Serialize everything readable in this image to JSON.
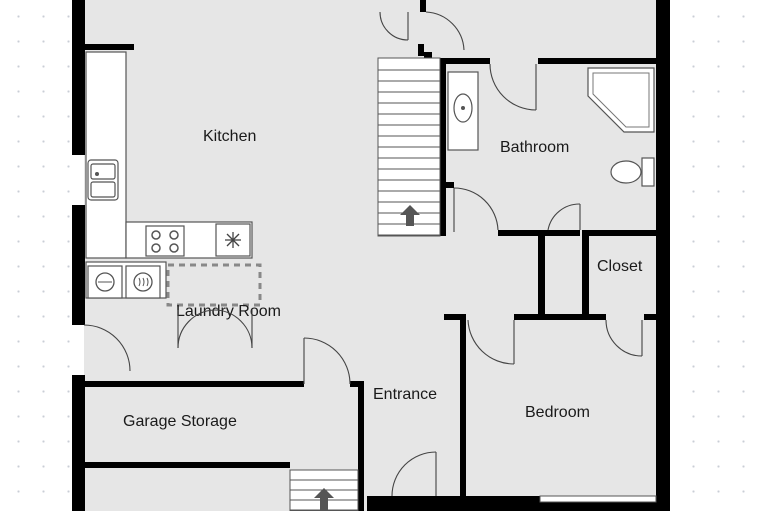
{
  "plan": {
    "rooms": {
      "kitchen": "Kitchen",
      "bathroom": "Bathroom",
      "closet": "Closet",
      "laundry": "Laundry Room",
      "entrance": "Entrance",
      "bedroom": "Bedroom",
      "garage_storage": "Garage Storage"
    },
    "colors": {
      "floor": "#e6e6e6",
      "wall": "#000000",
      "background": "#ffffff",
      "grid_dot": "#c9ced6"
    },
    "icons": [
      "sink-icon",
      "stove-icon",
      "freezer-icon",
      "washer-icon",
      "dryer-icon",
      "toilet-icon",
      "shower-icon",
      "stair-arrow-icon"
    ]
  }
}
